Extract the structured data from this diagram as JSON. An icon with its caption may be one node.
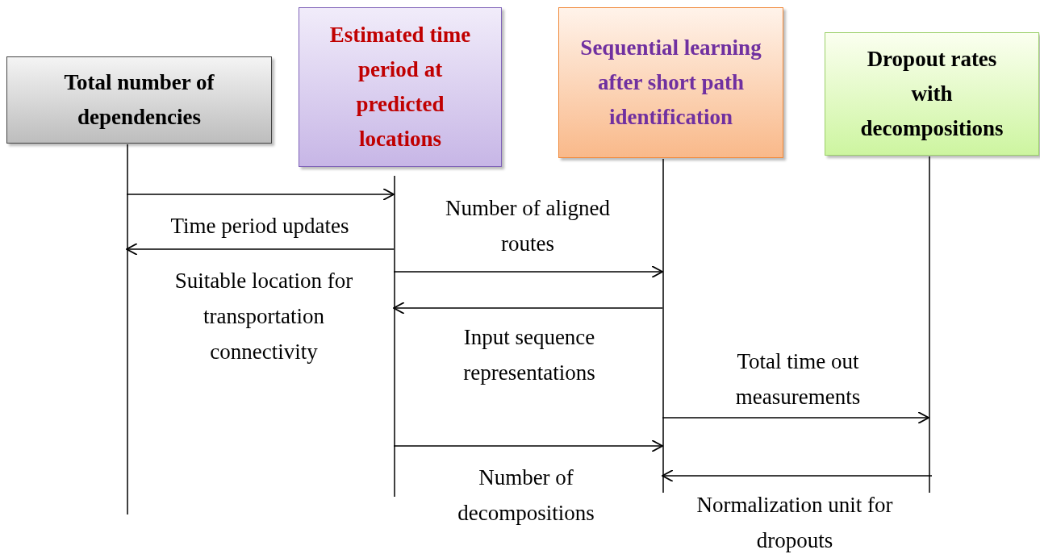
{
  "diagram": {
    "nodes": [
      {
        "text": [
          "Total number of dependencies"
        ]
      },
      {
        "text": [
          "Estimated time period at predicted locations"
        ]
      },
      {
        "text": [
          "Sequential learning after short path identification"
        ]
      },
      {
        "text": [
          "Dropout rates with decompositions"
        ]
      }
    ],
    "edges": [
      {
        "from": 0,
        "to": 1,
        "arrow": "to",
        "label": "Time period updates"
      },
      {
        "from": 1,
        "to": 0,
        "arrow": "to",
        "label": "Suitable location for transportation connectivity"
      },
      {
        "from": 1,
        "to": 2,
        "arrow": "to",
        "label": "Number of aligned routes"
      },
      {
        "from": 2,
        "to": 1,
        "arrow": "to",
        "label": "Input sequence representations"
      },
      {
        "from": 2,
        "to": 3,
        "arrow": "to",
        "label": "Total time out measurements"
      },
      {
        "from": 1,
        "to": 2,
        "arrow": "to",
        "label": "Number of decompositions"
      },
      {
        "from": 3,
        "to": 2,
        "arrow": "to",
        "label": "Normalization unit for dropouts"
      }
    ]
  }
}
